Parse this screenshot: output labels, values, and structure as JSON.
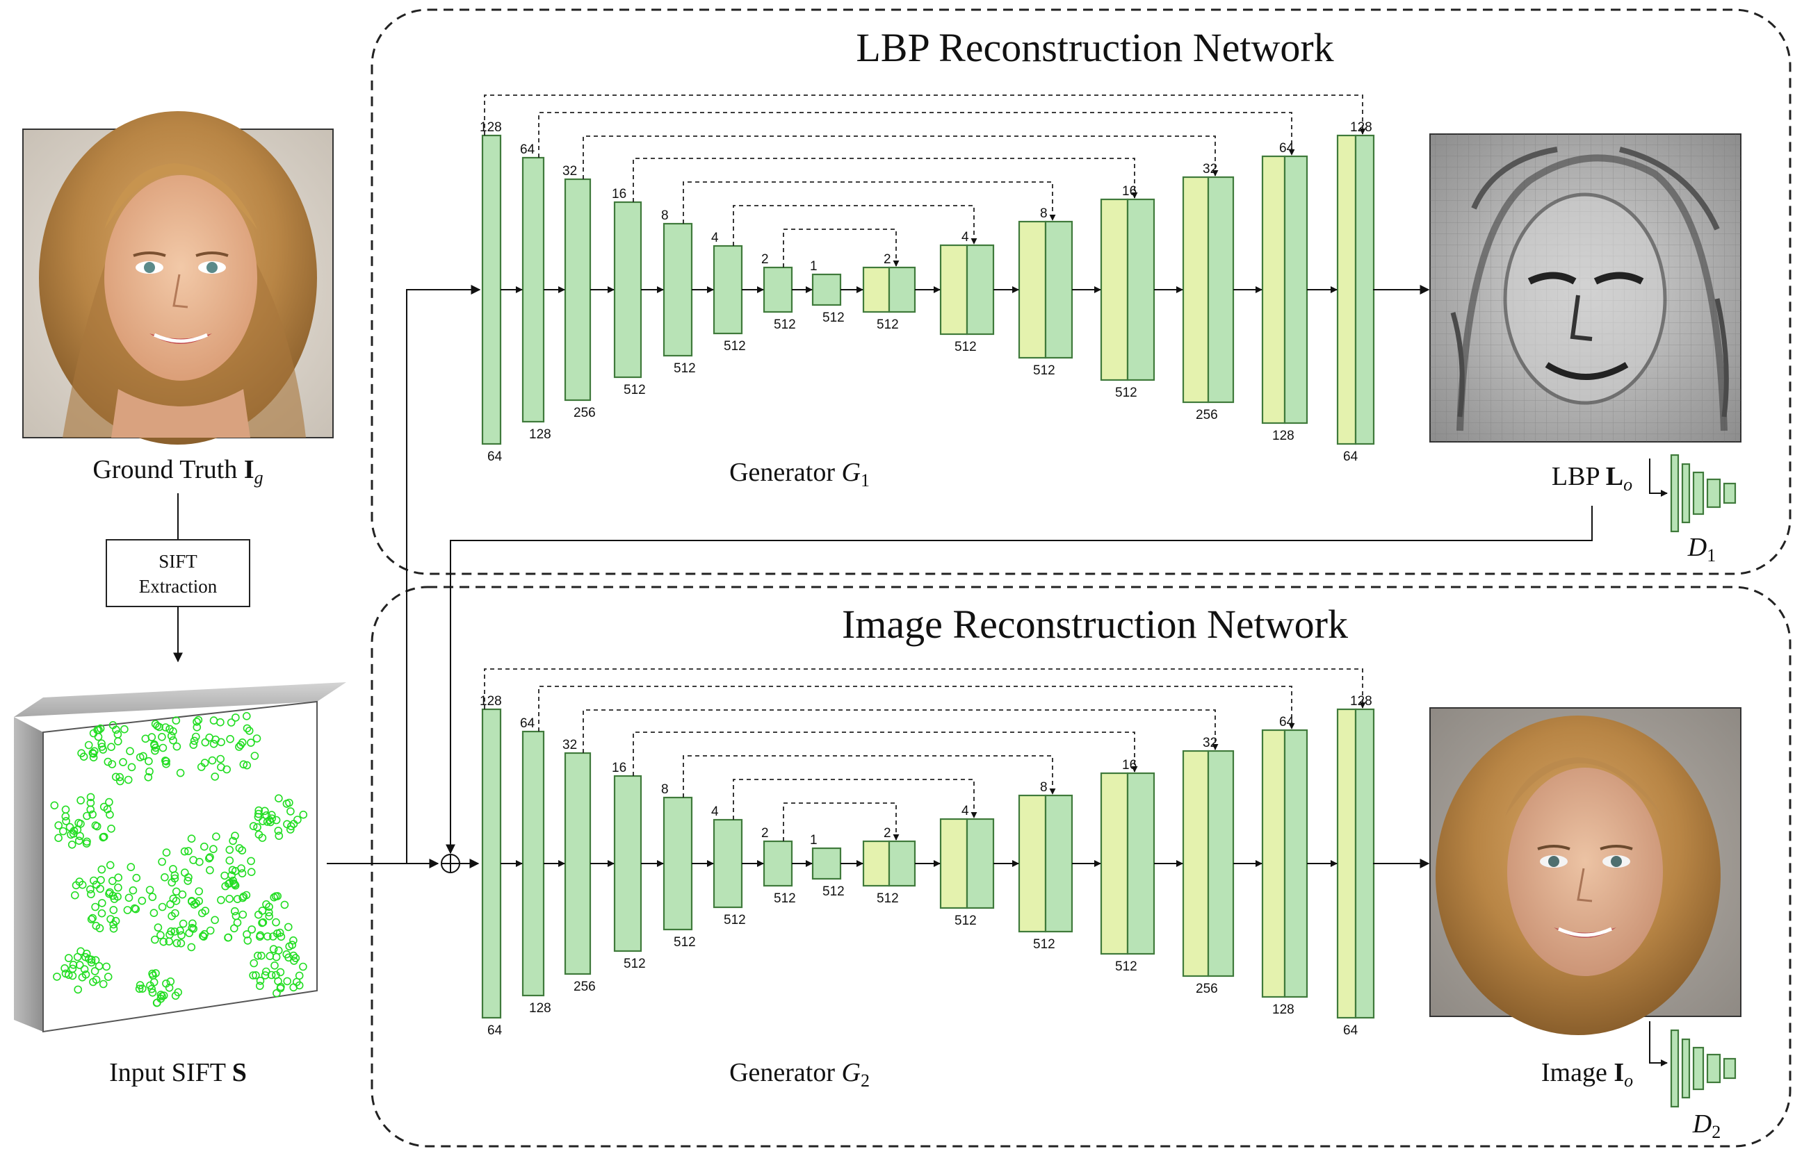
{
  "networks": [
    {
      "title": "LBP Reconstruction Network",
      "generator": "Generator",
      "generator_symbol": "G",
      "generator_sub": "1",
      "output_label": "LBP",
      "output_symbol": "L",
      "output_sub": "o",
      "disc_symbol": "D",
      "disc_sub": "1",
      "output_image": "LBP texture map of reconstructed face (grayscale)"
    },
    {
      "title": "Image Reconstruction Network",
      "generator": "Generator",
      "generator_symbol": "G",
      "generator_sub": "2",
      "output_label": "Image",
      "output_symbol": "I",
      "output_sub": "o",
      "disc_symbol": "D",
      "disc_sub": "2",
      "output_image": "Reconstructed face photo"
    }
  ],
  "encoder_blocks": [
    {
      "top": "128",
      "bottom": "64"
    },
    {
      "top": "64",
      "bottom": "128"
    },
    {
      "top": "32",
      "bottom": "256"
    },
    {
      "top": "16",
      "bottom": "512"
    },
    {
      "top": "8",
      "bottom": "512"
    },
    {
      "top": "4",
      "bottom": "512"
    },
    {
      "top": "2",
      "bottom": "512"
    },
    {
      "top": "1",
      "bottom": "512"
    }
  ],
  "decoder_blocks": [
    {
      "top": "2",
      "bottom": "512"
    },
    {
      "top": "4",
      "bottom": "512"
    },
    {
      "top": "8",
      "bottom": "512"
    },
    {
      "top": "16",
      "bottom": "512"
    },
    {
      "top": "32",
      "bottom": "256"
    },
    {
      "top": "64",
      "bottom": "128"
    },
    {
      "top": "128",
      "bottom": "64"
    }
  ],
  "left_panel": {
    "ground_truth_label": "Ground Truth",
    "ground_truth_symbol": "I",
    "ground_truth_sub": "g",
    "ground_truth_image": "Ground truth face photo",
    "sift_box_line1": "SIFT",
    "sift_box_line2": "Extraction",
    "input_label": "Input SIFT",
    "input_symbol": "S",
    "input_image": "SIFT keypoint map"
  },
  "colors": {
    "encoder_fill": "#b8e3b6",
    "skip_fill": "#e4f2ae",
    "block_stroke": "#3f7a3b",
    "keypoint": "#22dd22"
  }
}
